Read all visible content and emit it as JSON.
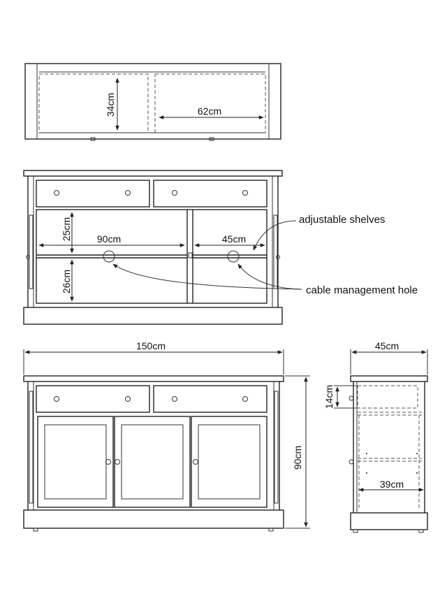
{
  "top_view": {
    "depth_label": "34cm",
    "width_label": "62cm"
  },
  "interior_view": {
    "upper_height_label": "25cm",
    "lower_height_label": "26cm",
    "left_width_label": "90cm",
    "right_width_label": "45cm",
    "annotation_shelves": "adjustable shelves",
    "annotation_hole": "cable management hole"
  },
  "front_view": {
    "overall_width_label": "150cm",
    "overall_height_label": "90cm"
  },
  "side_view": {
    "overall_depth_label": "45cm",
    "drawer_height_label": "14cm",
    "inner_depth_label": "39cm"
  }
}
